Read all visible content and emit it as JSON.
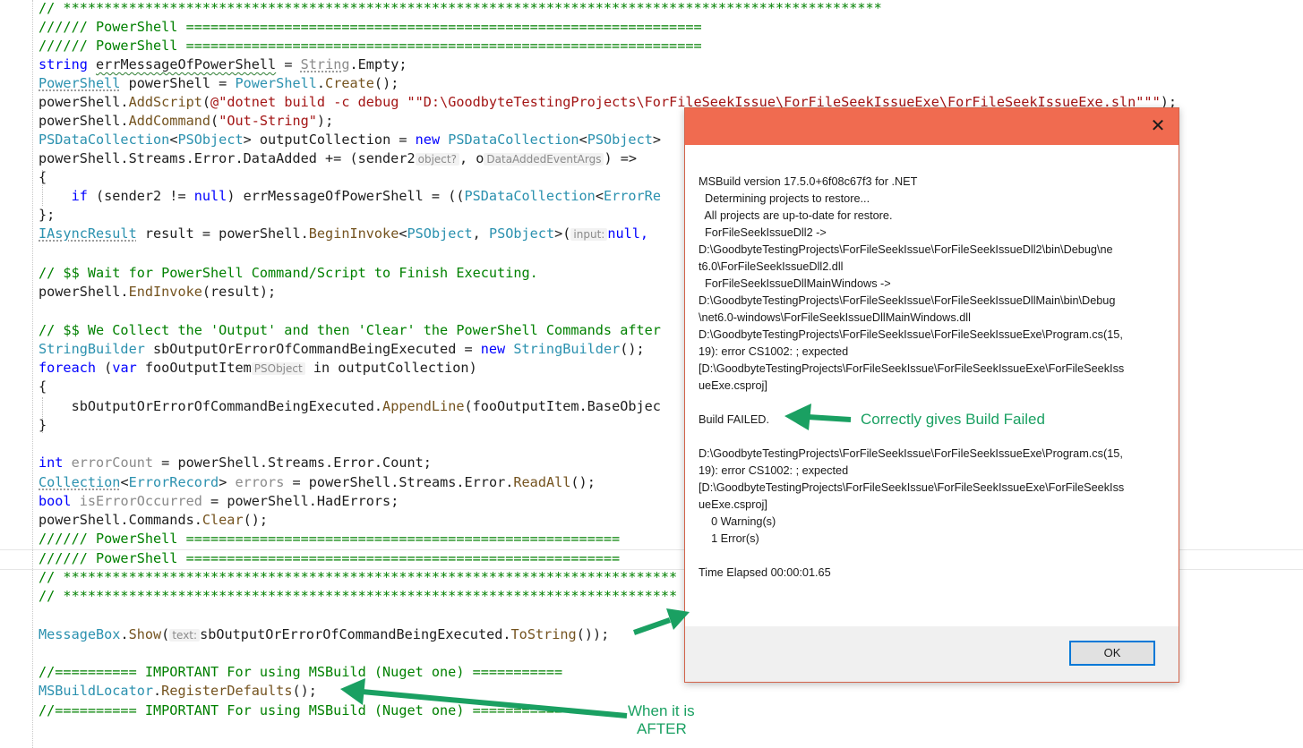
{
  "editor": {
    "lines": [
      "// ****************************************************************************************************",
      "////// PowerShell ===============================================================",
      "////// PowerShell ===============================================================",
      "string errMessageOfPowerShell = String.Empty;",
      "PowerShell powerShell = PowerShell.Create();",
      "powerShell.AddScript(@\"dotnet build -c debug \"\"D:\\GoodbyteTestingProjects\\ForFileSeekIssue\\ForFileSeekIssueExe\\ForFileSeekIssueExe.sln\"\"\");",
      "powerShell.AddCommand(\"Out-String\");",
      "PSDataCollection<PSObject> outputCollection = new PSDataCollection<PSObject>",
      "powerShell.Streams.Error.DataAdded += (sender2",
      "{",
      "    if (sender2 != null) errMessageOfPowerShell = ((PSDataCollection<ErrorRe",
      "};",
      "IAsyncResult result = powerShell.BeginInvoke<PSObject, PSObject>(",
      "// $$ Wait for PowerShell Command/Script to Finish Executing.",
      "powerShell.EndInvoke(result);",
      "// $$ We Collect the 'Output' and then 'Clear' the PowerShell Commands after",
      "StringBuilder sbOutputOrErrorOfCommandBeingExecuted = new StringBuilder();",
      "foreach (var fooOutputItem",
      "{",
      "    sbOutputOrErrorOfCommandBeingExecuted.AppendLine(fooOutputItem.BaseObjec",
      "}",
      "int errorCount = powerShell.Streams.Error.Count;",
      "Collection<ErrorRecord> errors = powerShell.Streams.Error.ReadAll();",
      "bool isErrorOccurred = powerShell.HadErrors;",
      "powerShell.Commands.Clear();",
      "////// PowerShell =====================================================",
      "////// PowerShell =====================================================",
      "// ***************************************************************************",
      "// ***************************************************************************",
      "MessageBox.Show(",
      "//========== IMPORTANT For using MSBuild (Nuget one) ===========",
      "MSBuildLocator.RegisterDefaults();",
      "//========== IMPORTANT For using MSBuild (Nuget one) ==========="
    ],
    "hints": {
      "object": "object?",
      "event_args": "DataAddedEventArgs",
      "input": "input:",
      "psobject": "PSObject",
      "text": "text:"
    },
    "fragments": {
      "event_tail": ") =>",
      "o_param": ", o",
      "invoke_tail": "null,",
      "foreach_tail": " in outputCollection)",
      "show_tail": "sbOutputOrErrorOfCommandBeingExecuted.ToString());"
    }
  },
  "dialog": {
    "close_glyph": "✕",
    "message_lines": [
      "MSBuild version 17.5.0+6f08c67f3 for .NET",
      "  Determining projects to restore...",
      "  All projects are up-to-date for restore.",
      "  ForFileSeekIssueDll2 ->",
      "D:\\GoodbyteTestingProjects\\ForFileSeekIssue\\ForFileSeekIssueDll2\\bin\\Debug\\ne",
      "t6.0\\ForFileSeekIssueDll2.dll",
      "  ForFileSeekIssueDllMainWindows ->",
      "D:\\GoodbyteTestingProjects\\ForFileSeekIssue\\ForFileSeekIssueDllMain\\bin\\Debug",
      "\\net6.0-windows\\ForFileSeekIssueDllMainWindows.dll",
      "D:\\GoodbyteTestingProjects\\ForFileSeekIssue\\ForFileSeekIssueExe\\Program.cs(15,",
      "19): error CS1002: ; expected",
      "[D:\\GoodbyteTestingProjects\\ForFileSeekIssue\\ForFileSeekIssueExe\\ForFileSeekIss",
      "ueExe.csproj]",
      "",
      "Build FAILED.",
      "",
      "D:\\GoodbyteTestingProjects\\ForFileSeekIssue\\ForFileSeekIssueExe\\Program.cs(15,",
      "19): error CS1002: ; expected",
      "[D:\\GoodbyteTestingProjects\\ForFileSeekIssue\\ForFileSeekIssueExe\\ForFileSeekIss",
      "ueExe.csproj]",
      "    0 Warning(s)",
      "    1 Error(s)",
      "",
      "Time Elapsed 00:00:01.65"
    ],
    "ok_label": "OK"
  },
  "annotations": {
    "build_failed": "Correctly gives Build Failed",
    "after_line1": "When it is",
    "after_line2": "AFTER",
    "arrow_color": "#1aa062"
  }
}
